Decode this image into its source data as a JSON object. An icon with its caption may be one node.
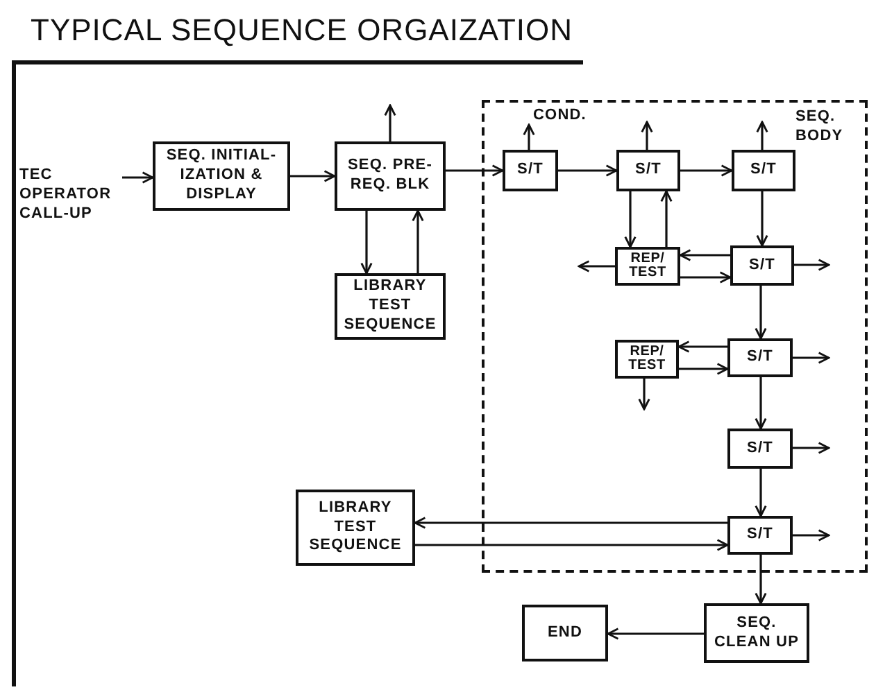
{
  "diagram": {
    "title": "TYPICAL SEQUENCE ORGAIZATION",
    "nodes": [
      {
        "text": [
          "TEC OPERATOR CALL-UP"
        ]
      },
      {
        "text": [
          "SEQ. INITIAL- IZATION & DISPLAY"
        ]
      },
      {
        "text": [
          "SEQ. PRE- REQ. BLK"
        ]
      },
      {
        "text": [
          "LIBRARY TEST SEQUENCE"
        ]
      },
      {
        "text": [
          "SEQ. BODY"
        ]
      },
      {
        "text": [
          "S/T"
        ],
        "in": 4
      },
      {
        "text": [
          "S/T"
        ],
        "in": 4
      },
      {
        "text": [
          "S/T"
        ],
        "in": 4
      },
      {
        "text": [
          "REP/ TEST"
        ],
        "in": 4
      },
      {
        "text": [
          "S/T"
        ],
        "in": 4
      },
      {
        "text": [
          "REP/ TEST"
        ],
        "in": 4
      },
      {
        "text": [
          "S/T"
        ],
        "in": 4
      },
      {
        "text": [
          "S/T"
        ],
        "in": 4
      },
      {
        "text": [
          "LIBRARY TEST SEQUENCE"
        ]
      },
      {
        "text": [
          "S/T"
        ],
        "in": 4
      },
      {
        "text": [
          "SEQ. CLEAN UP"
        ]
      },
      {
        "text": [
          "END"
        ]
      },
      {
        "text": [
          "COND."
        ],
        "in": 4
      }
    ],
    "edges": [
      {
        "from": 0,
        "to": 1,
        "arrow": "to"
      },
      {
        "from": 1,
        "to": 2,
        "arrow": "to"
      },
      {
        "from": 2,
        "to": null,
        "arrow": "to"
      },
      {
        "from": 2,
        "to": 3,
        "arrow": "to"
      },
      {
        "from": 3,
        "to": 2,
        "arrow": "to"
      },
      {
        "from": 2,
        "to": 5,
        "arrow": "to"
      },
      {
        "from": 5,
        "to": 17,
        "arrow": "to"
      },
      {
        "from": 5,
        "to": 6,
        "arrow": "to"
      },
      {
        "from": 6,
        "to": null,
        "arrow": "to"
      },
      {
        "from": 6,
        "to": 7,
        "arrow": "to"
      },
      {
        "from": 7,
        "to": null,
        "arrow": "to"
      },
      {
        "from": 6,
        "to": 8,
        "arrow": "to"
      },
      {
        "from": 8,
        "to": 6,
        "arrow": "to"
      },
      {
        "from": 7,
        "to": 9,
        "arrow": "to"
      },
      {
        "from": 9,
        "to": 8,
        "arrow": "to"
      },
      {
        "from": 8,
        "to": 9,
        "arrow": "to"
      },
      {
        "from": 8,
        "to": null,
        "arrow": "to"
      },
      {
        "from": 9,
        "to": null,
        "arrow": "to"
      },
      {
        "from": 9,
        "to": 11,
        "arrow": "to"
      },
      {
        "from": 11,
        "to": 10,
        "arrow": "to"
      },
      {
        "from": 10,
        "to": 11,
        "arrow": "to"
      },
      {
        "from": 10,
        "to": null,
        "arrow": "to"
      },
      {
        "from": 11,
        "to": null,
        "arrow": "to"
      },
      {
        "from": 11,
        "to": 12,
        "arrow": "to"
      },
      {
        "from": 12,
        "to": null,
        "arrow": "to"
      },
      {
        "from": 12,
        "to": 14,
        "arrow": "to"
      },
      {
        "from": 14,
        "to": 13,
        "arrow": "to"
      },
      {
        "from": 13,
        "to": 14,
        "arrow": "to"
      },
      {
        "from": 14,
        "to": null,
        "arrow": "to"
      },
      {
        "from": 14,
        "to": 15,
        "arrow": "to"
      },
      {
        "from": 15,
        "to": 16,
        "arrow": "to"
      }
    ]
  }
}
